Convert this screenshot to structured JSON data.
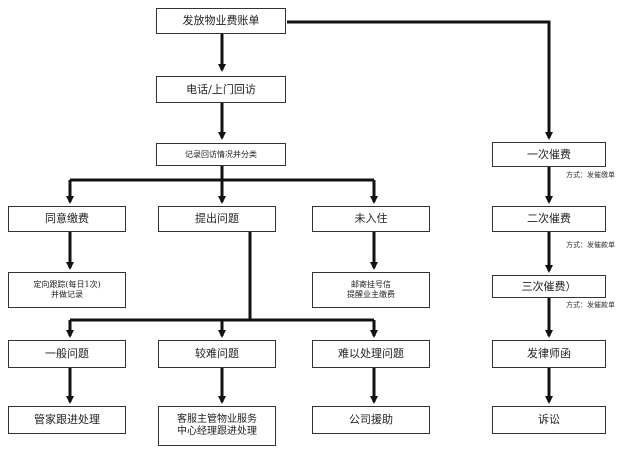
{
  "nodes": {
    "send_bill": "发放物业费账单",
    "visit": "电话/上门回访",
    "record": "记录回访情况并分类",
    "agree_pay": "同意缴费",
    "raise_issue": "提出问题",
    "not_moved_in": "未入住",
    "follow_up_line1": "定向跟踪(每日1次)",
    "follow_up_line2": "并做记录",
    "mail_line1": "邮寄挂号信",
    "mail_line2": "提醒业主缴费",
    "general_issue": "一般问题",
    "harder_issue": "较难问题",
    "hard_issue": "难以处理问题",
    "steward": "管家跟进处理",
    "cs_line1": "客服主管物业服务",
    "cs_line2": "中心经理跟进处理",
    "company": "公司援助",
    "first_reminder": "一次催费",
    "second_reminder": "二次催费",
    "third_reminder": "三次催费）",
    "lawyer_letter": "发律师函",
    "lawsuit": "诉讼"
  },
  "notes": {
    "method1": "方式：发催缴单",
    "method2": "方式：发催款单",
    "method3": "方式：发催款单"
  }
}
